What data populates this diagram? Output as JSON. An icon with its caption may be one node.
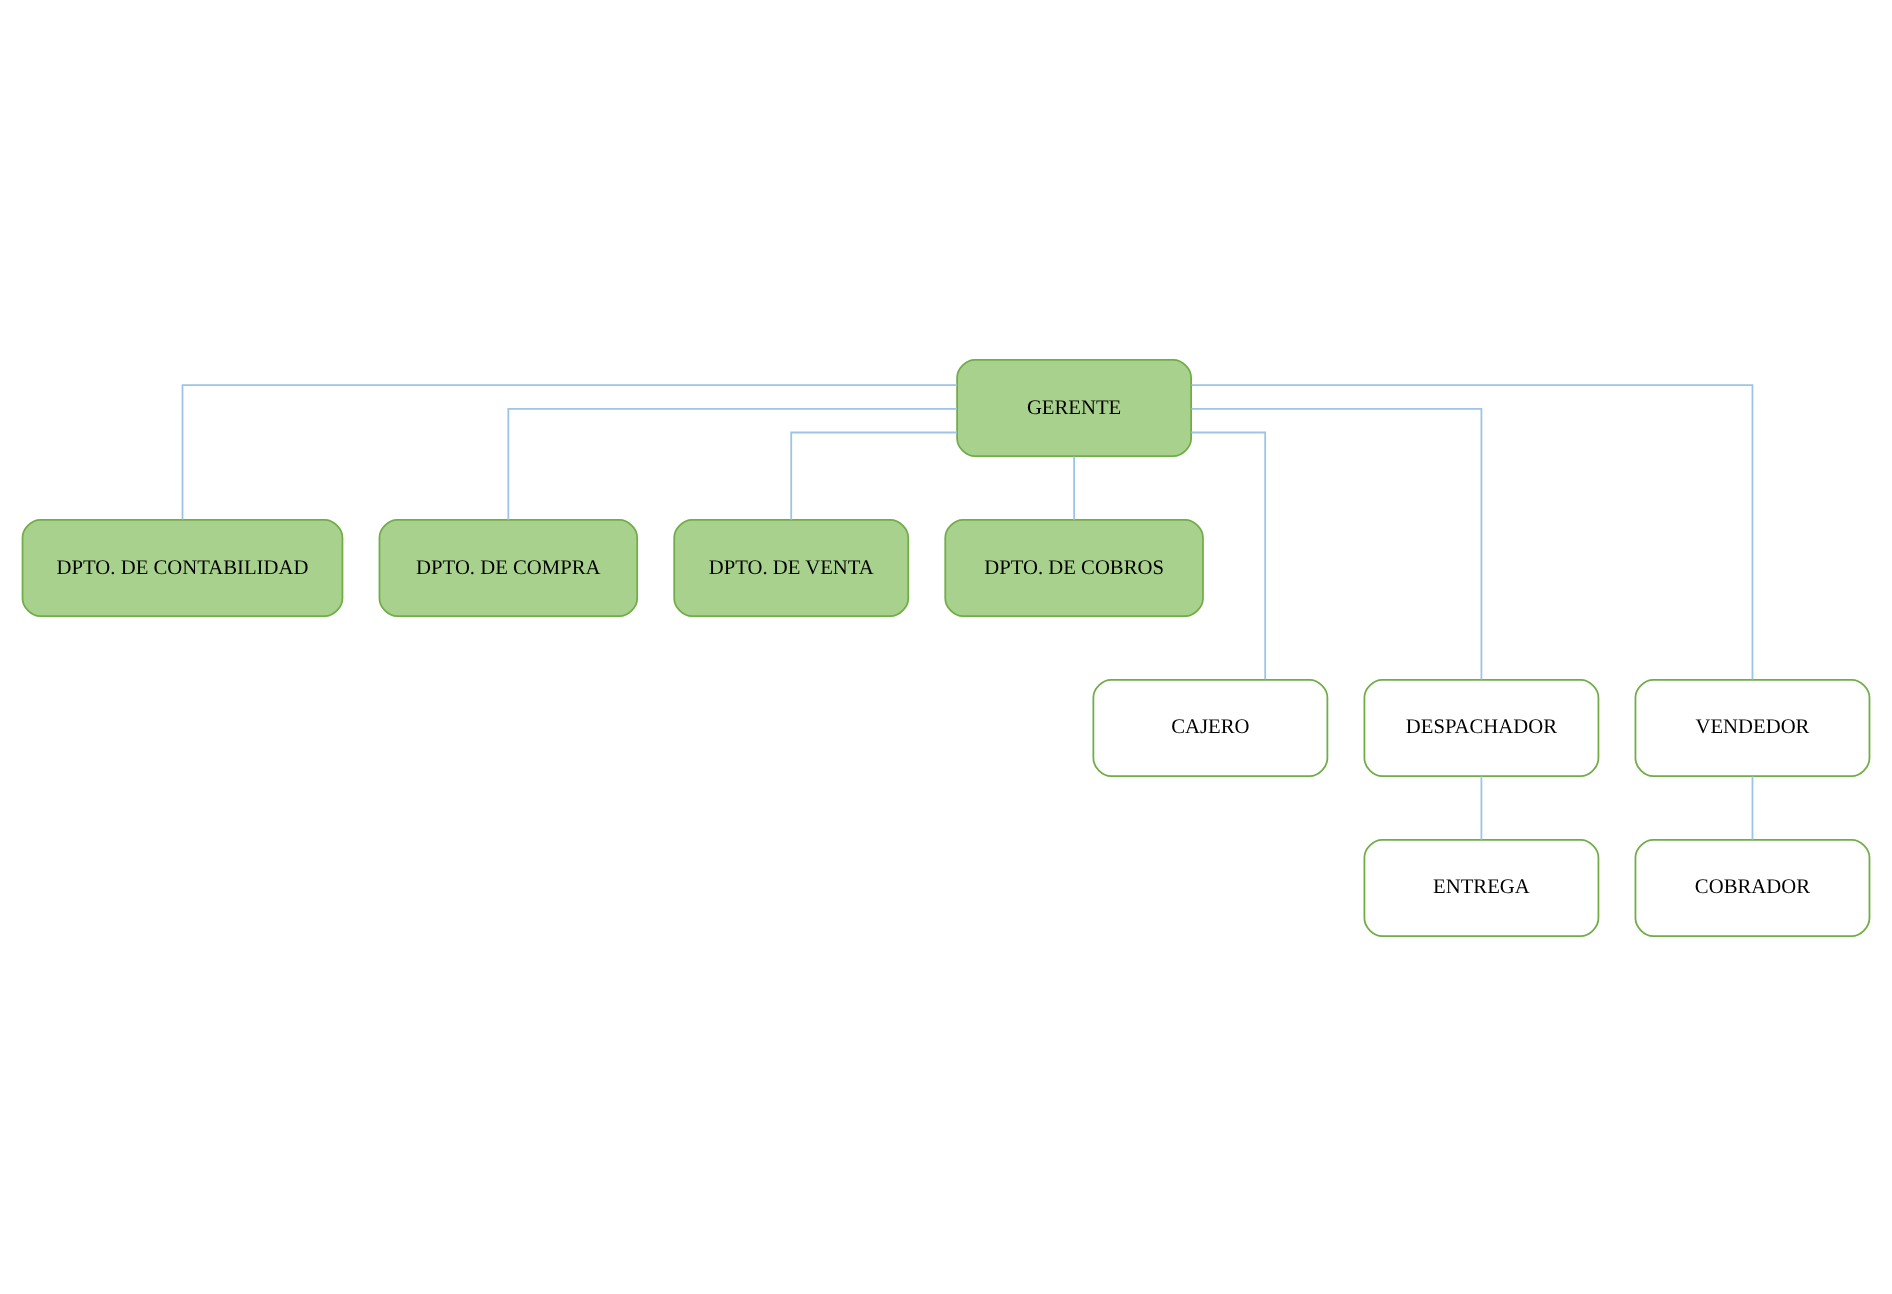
{
  "diagram": {
    "nodes": [
      {
        "text": [
          "GERENTE"
        ]
      },
      {
        "text": [
          "DPTO. DE CONTABILIDAD"
        ]
      },
      {
        "text": [
          "DPTO. DE COMPRA"
        ]
      },
      {
        "text": [
          "DPTO. DE VENTA"
        ]
      },
      {
        "text": [
          "DPTO. DE COBROS"
        ]
      },
      {
        "text": [
          "CAJERO"
        ]
      },
      {
        "text": [
          "DESPACHADOR"
        ]
      },
      {
        "text": [
          "VENDEDOR"
        ]
      },
      {
        "text": [
          "ENTREGA"
        ]
      },
      {
        "text": [
          "COBRADOR"
        ]
      }
    ],
    "edges": [
      {
        "from": 0,
        "to": 1,
        "arrow": "none"
      },
      {
        "from": 0,
        "to": 2,
        "arrow": "none"
      },
      {
        "from": 0,
        "to": 3,
        "arrow": "none"
      },
      {
        "from": 0,
        "to": 4,
        "arrow": "none"
      },
      {
        "from": 0,
        "to": 5,
        "arrow": "none"
      },
      {
        "from": 0,
        "to": 6,
        "arrow": "none"
      },
      {
        "from": 0,
        "to": 7,
        "arrow": "none"
      },
      {
        "from": 6,
        "to": 8,
        "arrow": "none"
      },
      {
        "from": 7,
        "to": 9,
        "arrow": "none"
      }
    ]
  }
}
